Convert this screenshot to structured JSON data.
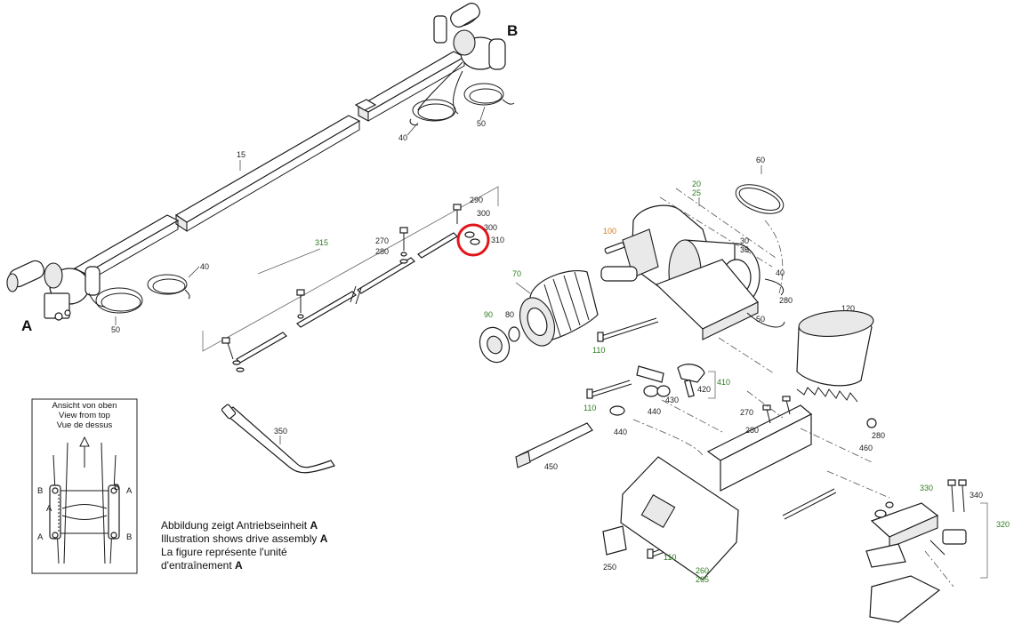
{
  "view_labels": {
    "a": "A",
    "b": "B"
  },
  "part_labels": [
    {
      "id": "p15",
      "text": "15",
      "color": "#222222"
    },
    {
      "id": "p40a",
      "text": "40",
      "color": "#222222"
    },
    {
      "id": "p50a",
      "text": "50",
      "color": "#222222"
    },
    {
      "id": "p40b",
      "text": "40",
      "color": "#222222"
    },
    {
      "id": "p50b",
      "text": "50",
      "color": "#222222"
    },
    {
      "id": "p290",
      "text": "290",
      "color": "#222222"
    },
    {
      "id": "p300a",
      "text": "300",
      "color": "#222222"
    },
    {
      "id": "p300b",
      "text": "300",
      "color": "#222222"
    },
    {
      "id": "p310",
      "text": "310",
      "color": "#222222"
    },
    {
      "id": "p315",
      "text": "315",
      "color": "#2e7d1e"
    },
    {
      "id": "p270a",
      "text": "270",
      "color": "#222222"
    },
    {
      "id": "p280a",
      "text": "280",
      "color": "#222222"
    },
    {
      "id": "p350",
      "text": "350",
      "color": "#222222"
    },
    {
      "id": "p60",
      "text": "60",
      "color": "#222222"
    },
    {
      "id": "p20",
      "text": "20",
      "color": "#2e7d1e"
    },
    {
      "id": "p25",
      "text": "25",
      "color": "#2e7d1e"
    },
    {
      "id": "p100",
      "text": "100",
      "color": "#d27a1c"
    },
    {
      "id": "p30",
      "text": "30",
      "color": "#222222"
    },
    {
      "id": "p35",
      "text": "35",
      "color": "#222222"
    },
    {
      "id": "p40c",
      "text": "40",
      "color": "#222222"
    },
    {
      "id": "p280b",
      "text": "280",
      "color": "#222222"
    },
    {
      "id": "p50c",
      "text": "50",
      "color": "#222222"
    },
    {
      "id": "p70",
      "text": "70",
      "color": "#2e7d1e"
    },
    {
      "id": "p90",
      "text": "90",
      "color": "#2e7d1e"
    },
    {
      "id": "p80",
      "text": "80",
      "color": "#222222"
    },
    {
      "id": "p110a",
      "text": "110",
      "color": "#2e7d1e"
    },
    {
      "id": "p120",
      "text": "120",
      "color": "#222222"
    },
    {
      "id": "p410",
      "text": "410",
      "color": "#2e7d1e"
    },
    {
      "id": "p420",
      "text": "420",
      "color": "#222222"
    },
    {
      "id": "p430",
      "text": "430",
      "color": "#222222"
    },
    {
      "id": "p440a",
      "text": "440",
      "color": "#222222"
    },
    {
      "id": "p110b",
      "text": "110",
      "color": "#2e7d1e"
    },
    {
      "id": "p440b",
      "text": "440",
      "color": "#222222"
    },
    {
      "id": "p270b",
      "text": "270",
      "color": "#222222"
    },
    {
      "id": "p280c",
      "text": "280",
      "color": "#222222"
    },
    {
      "id": "p280d",
      "text": "280",
      "color": "#222222"
    },
    {
      "id": "p460",
      "text": "460",
      "color": "#222222"
    },
    {
      "id": "p450",
      "text": "450",
      "color": "#222222"
    },
    {
      "id": "p250",
      "text": "250",
      "color": "#222222"
    },
    {
      "id": "p110c",
      "text": "110",
      "color": "#2e7d1e"
    },
    {
      "id": "p260",
      "text": "260",
      "color": "#2e7d1e"
    },
    {
      "id": "p265",
      "text": "265",
      "color": "#2e7d1e"
    },
    {
      "id": "p330",
      "text": "330",
      "color": "#2e7d1e"
    },
    {
      "id": "p340",
      "text": "340",
      "color": "#222222"
    },
    {
      "id": "p320",
      "text": "320",
      "color": "#2e7d1e"
    }
  ],
  "inset": {
    "title_de": "Ansicht von oben",
    "title_en": "View from top",
    "title_fr": "Vue de dessus",
    "marks": [
      "B",
      "B",
      "A",
      "A",
      "A",
      "B"
    ]
  },
  "caption": {
    "de_text": "Abbildung zeigt Antriebseinheit ",
    "de_bold": "A",
    "en_text": "Illustration shows drive assembly ",
    "en_bold": "A",
    "fr_line1": "La figure représente l'unité",
    "fr_text": "d'entraînement ",
    "fr_bold": "A"
  },
  "highlight_color": "#e0161b"
}
